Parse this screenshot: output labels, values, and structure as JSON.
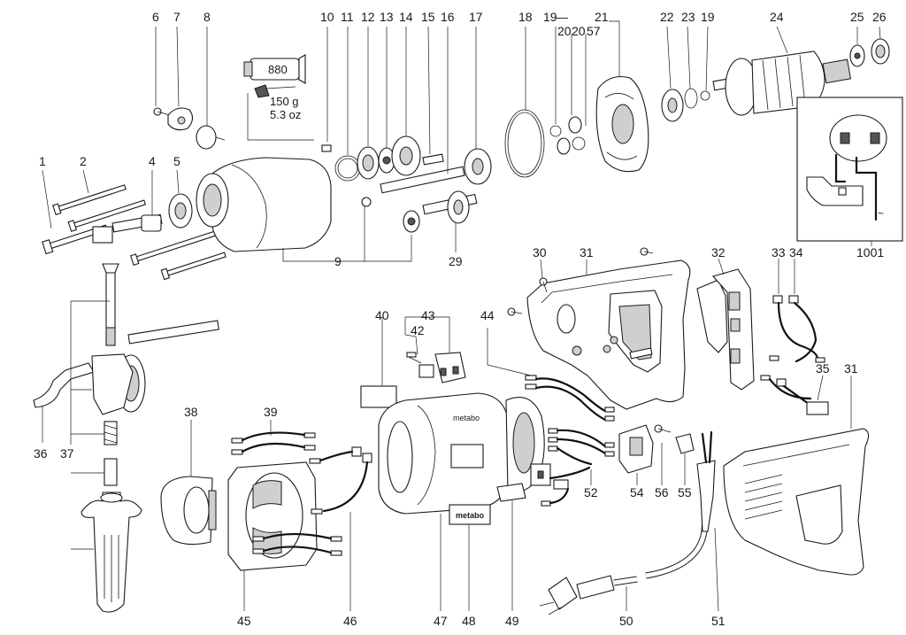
{
  "grease": {
    "code": "880",
    "weight_g": "150 g",
    "weight_oz": "5.3 oz"
  },
  "brand_label": "metabo",
  "labels": {
    "l1": "1",
    "l2": "2",
    "l4": "4",
    "l5": "5",
    "l6": "6",
    "l7": "7",
    "l8": "8",
    "l9": "9",
    "l10": "10",
    "l11": "11",
    "l12": "12",
    "l13": "13",
    "l14": "14",
    "l15": "15",
    "l16": "16",
    "l17": "17",
    "l18": "18",
    "l19a": "19",
    "l21": "21",
    "l20a": "20",
    "l20b": "20",
    "l57": "57",
    "l22": "22",
    "l23": "23",
    "l19b": "19",
    "l24": "24",
    "l25": "25",
    "l26": "26",
    "l29": "29",
    "l30": "30",
    "l31a": "31",
    "l32": "32",
    "l33": "33",
    "l34": "34",
    "l35": "35",
    "l31b": "31",
    "l1001": "1001",
    "l36": "36",
    "l37": "37",
    "l38": "38",
    "l39": "39",
    "l40": "40",
    "l43": "43",
    "l42": "42",
    "l44": "44",
    "l52": "52",
    "l54": "54",
    "l56": "56",
    "l55": "55",
    "l45": "45",
    "l46": "46",
    "l47": "47",
    "l48": "48",
    "l49": "49",
    "l50": "50",
    "l51": "51"
  }
}
